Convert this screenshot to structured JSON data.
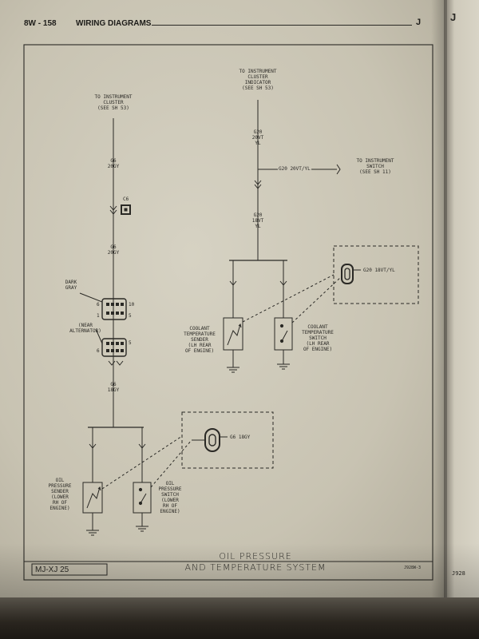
{
  "header": {
    "section": "8W - 158",
    "title": "WIRING DIAGRAMS",
    "right_mark": "J",
    "next_page_mark": "J"
  },
  "diagram": {
    "left_top_dest": [
      "TO INSTRUMENT",
      "CLUSTER",
      "(SEE SH 53)"
    ],
    "g6_wire_upper": [
      "G6",
      "20GY"
    ],
    "c6_label": "C6",
    "g6_wire_mid": [
      "G6",
      "20GY"
    ],
    "connector_color": [
      "DARK",
      "GRAY"
    ],
    "connector_location": [
      "(NEAR",
      "ALTERNATOR)"
    ],
    "pin_labels": {
      "top_left": "6",
      "top_right": "10",
      "bot_left": "1",
      "bot_right": "5",
      "low_right": "5",
      "low_left": "6"
    },
    "g6_wire_lower": [
      "G6",
      "18GY"
    ],
    "oil_pressure_sender": [
      "OIL",
      "PRESSURE",
      "SENDER",
      "(LOWER",
      "RH OF",
      "ENGINE)"
    ],
    "oil_pressure_switch": [
      "OIL",
      "PRESSURE",
      "SWITCH",
      "(LOWER",
      "RH OF",
      "ENGINE)"
    ],
    "oil_switch_connector": "G6 18GY",
    "right_top_dest": [
      "TO INSTRUMENT",
      "CLUSTER",
      "INDICATOR",
      "(SEE SH 53)"
    ],
    "g20_wire_upper": [
      "G20",
      "20VT",
      "YL"
    ],
    "g20_branch": "G20 20VT/YL",
    "switch_dest": [
      "TO INSTRUMENT",
      "SWITCH",
      "(SEE SH 11)"
    ],
    "g20_wire_lower": [
      "G20",
      "18VT",
      "YL"
    ],
    "temp_switch_connector": "G20 18VT/YL",
    "coolant_sender": [
      "COOLANT",
      "TEMPERATURE",
      "SENDER",
      "(LH REAR",
      "OF ENGINE)"
    ],
    "coolant_switch": [
      "COOLANT",
      "TEMPERATURE",
      "SWITCH",
      "(LH REAR",
      "OF ENGINE)"
    ]
  },
  "footer": {
    "model": "MJ-XJ 25",
    "title_line1": "OIL PRESSURE",
    "title_line2": "AND TEMPERATURE SYSTEM",
    "fig_code": "J928W-3",
    "next_page_code": "J928"
  },
  "colors": {
    "ink": "#2a2925",
    "paper": "#d2cdbd"
  }
}
